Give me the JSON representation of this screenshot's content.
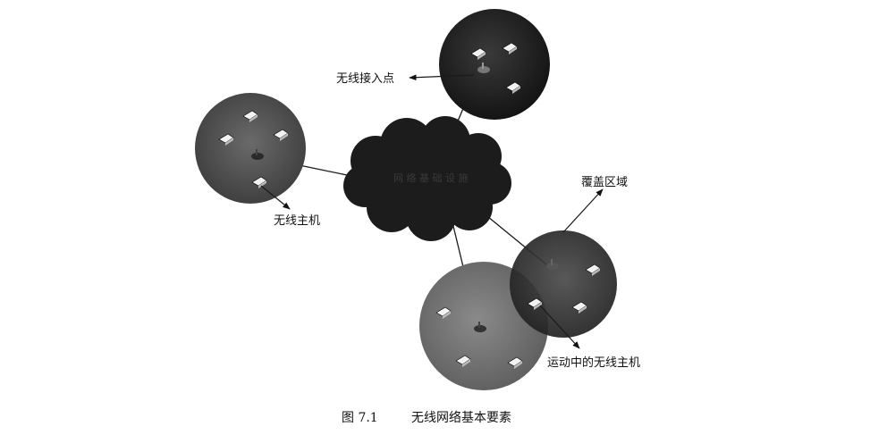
{
  "labels": {
    "access_point": "无线接入点",
    "wireless_host": "无线主机",
    "coverage_area": "覆盖区域",
    "moving_host": "运动中的无线主机"
  },
  "caption": {
    "figure_no": "图 7.1",
    "title": "无线网络基本要素"
  },
  "colors": {
    "cloud": "#1c1c1c",
    "cell_top": "#202020",
    "cell_left": "#505050",
    "cell_right": "#2f2f2f",
    "cell_bottom": "#777777",
    "line": "#1a1a1a"
  }
}
